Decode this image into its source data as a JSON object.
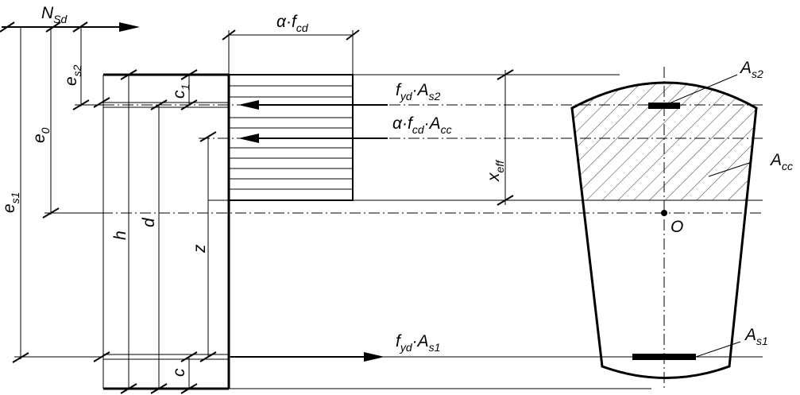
{
  "labels": {
    "n_sd": {
      "main": "N",
      "sub": "Sd"
    },
    "e_s2": {
      "main": "e",
      "sub": "s2"
    },
    "e_0": {
      "main": "e",
      "sub": "0"
    },
    "e_s1": {
      "main": "e",
      "sub": "s1"
    },
    "alpha_fcd": {
      "a": "α·f",
      "sub": "cd"
    },
    "fyd_as2": {
      "f": "f",
      "f_sub": "yd",
      "mid": "·A",
      "a_sub": "s2"
    },
    "alpha_fcd_acc": {
      "a": "α·f",
      "sub1": "cd",
      "mid": "·A",
      "sub2": "cc"
    },
    "fyd_as1": {
      "f": "f",
      "f_sub": "yd",
      "mid": "·A",
      "a_sub": "s1"
    },
    "x_eff": {
      "main": "x",
      "sub": "eff"
    },
    "h": "h",
    "d": "d",
    "z": "z",
    "c1": {
      "main": "c",
      "sub": "1"
    },
    "c": "c",
    "a_s2": {
      "main": "A",
      "sub": "s2"
    },
    "a_cc": {
      "main": "A",
      "sub": "cc"
    },
    "o": "O",
    "a_s1": {
      "main": "A",
      "sub": "s1"
    }
  }
}
